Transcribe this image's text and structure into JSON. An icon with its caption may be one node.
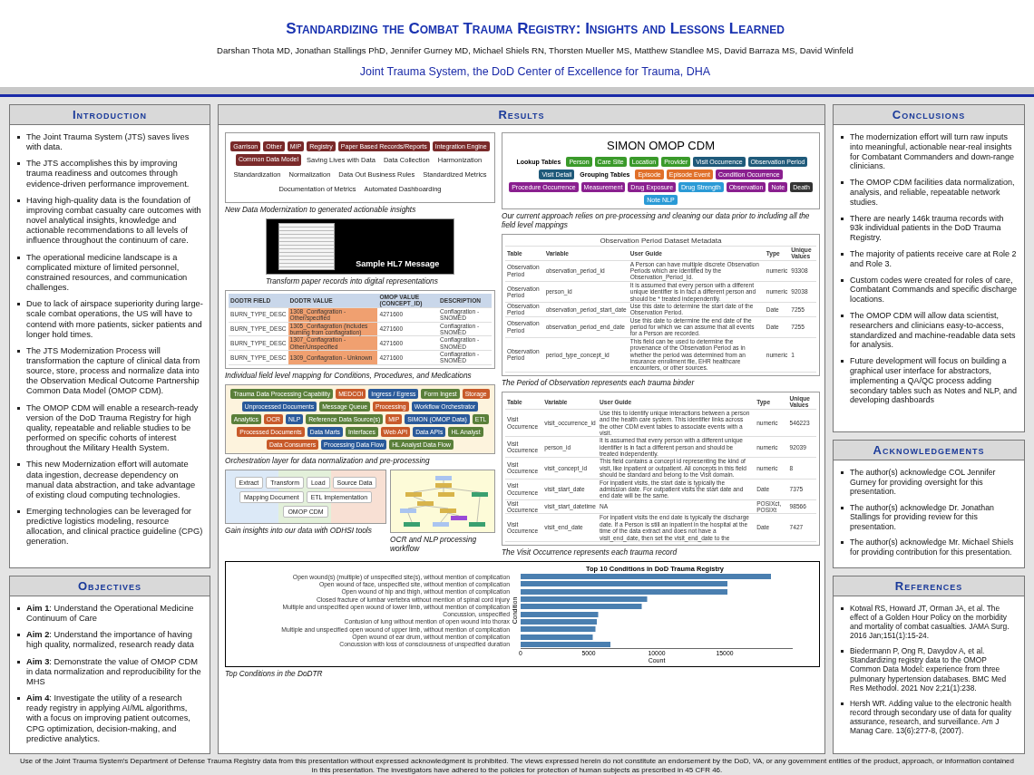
{
  "diagram": {
    "title": "Standardizing the Combat Trauma Registry: Insights and Lessons Learned",
    "nodes": [
      {
        "text": [
          "Introduction",
          "The Joint Trauma System (JTS) saves lives with data.",
          "The JTS accomplishes this by improving trauma readiness and outcomes through evidence-driven performance improvement.",
          "Having high-quality data is the foundation of improving combat casualty care outcomes with novel analytical insights, knowledge and actionable recommendations to all levels of influence throughout the continuum of care.",
          "The operational medicine landscape is a complicated mixture of limited personnel, constrained resources, and communication challenges.",
          "Due to lack of airspace superiority during large-scale combat operations, the US will have to contend with more patients, sicker patients and longer hold times.",
          "The JTS Modernization Process will transformation the capture of clinical data from source, store, process and normalize data into the Observation Medical Outcome Partnership Common Data Model (OMOP CDM).",
          "The OMOP CDM will enable a research-ready version of the DoD Trauma Registry for high quality, repeatable and reliable studies to be performed on specific cohorts of interest throughout the Military Health System.",
          "This new Modernization effort will automate data ingestion, decrease dependency on manual data abstraction, and take advantage of existing cloud computing technologies.",
          "Emerging technologies can be leveraged for predictive logistics modeling, resource allocation, and clinical practice guideline (CPG) generation."
        ]
      },
      {
        "text": [
          "Objectives",
          "**Aim 1**: Understand the Operational Medicine Continuum of Care",
          "**Aim 2**: Understand the importance of having high quality, normalized, research ready data",
          "**Aim 3**: Demonstrate the value of OMOP CDM in data normalization and reproducibility for the MHS",
          "**Aim 4**: Investigate the utility of a research ready registry in applying AI/ML algorithms, with a focus on improving patient outcomes, CPG optimization, decision-making, and predictive analytics."
        ]
      },
      {
        "text": [
          "Results"
        ]
      },
      {
        "text": [
          "Garrison",
          "Other",
          "MIP",
          "Registry",
          "Paper Based Records/Reports",
          "Integration Engine",
          "Common Data Model",
          "Saving Lives with Data",
          "Data Collection",
          "Harmonization",
          "Standardization",
          "Normalization",
          "Data Out Business Rules",
          "Standardized Metrics",
          "Documentation of Metrics",
          "Automated Dashboarding"
        ],
        "in": 2,
        "beside": [
          "New Data Modernization to generated actionable insights"
        ]
      },
      {
        "text": [
          "Sample HL7 Message"
        ],
        "in": 2,
        "beside": [
          "Transform paper records into digital representations"
        ]
      },
      {
        "text": [
          "SIMON OMOP CDM",
          "Lookup Tables",
          "Person",
          "Care Site",
          "Location",
          "Provider",
          "Visit Occurrence",
          "Observation Period",
          "Visit Detail",
          "Grouping Tables",
          "Episode",
          "Episode Event",
          "Condition Occurrence",
          "Procedure Occurrence",
          "Measurement",
          "Drug Exposure",
          "Drug Strength",
          "Observation",
          "Note",
          "Death",
          "Note NLP"
        ],
        "in": 2,
        "beside": [
          "Our current approach relies on pre-processing and cleaning our data prior to including all the field level mappings"
        ]
      },
      {
        "text": [
          "Observation Period Dataset Metadata",
          "Table",
          "Variable",
          "User Guide",
          "Type",
          "Unique Values",
          "Observation Period",
          "observation_period_id",
          "A Person can have multiple discrete Observation Periods which are identified by the Observation_Period_Id.",
          "numeric",
          "93308",
          "Observation Period",
          "person_id",
          "It is assumed that every person with a different unique identifier is in fact a different person and should be * treated independently.",
          "numeric",
          "92038",
          "Observation Period",
          "observation_period_start_date",
          "Use this date to determine the start date of the Observation Period.",
          "Date",
          "7255",
          "Observation Period",
          "observation_period_end_date",
          "Use this date to determine the end date of the period for which we can assume that all events for a Person are recorded.",
          "Date",
          "7255",
          "Observation Period",
          "period_type_concept_id",
          "This field can be used to determine the provenance of the Observation Period as in whether the period was determined from an insurance enrollment file, EHR healthcare encounters, or other sources.",
          "numeric",
          "1"
        ],
        "in": 2,
        "beside": [
          "The Period of Observation represents each trauma binder"
        ]
      },
      {
        "text": [
          "DODTR FIELD",
          "DODTR VALUE",
          "OMOP VALUE (CONCEPT_ID)",
          "DESCRIPTION",
          "BURN_TYPE_DESC",
          "1308_Conflagration - Other/specified",
          "4271600",
          "Conflagration - SNOMED",
          "BURN_TYPE_DESC",
          "1305_Conflagration (includes burning from conflagration)",
          "4271600",
          "Conflagration - SNOMED",
          "BURN_TYPE_DESC",
          "1307_Conflagration - Other/Unspecified",
          "4271600",
          "Conflagration - SNOMED",
          "BURN_TYPE_DESC",
          "1309_Conflagration - Unknown",
          "4271600",
          "Conflagration - SNOMED"
        ],
        "in": 2,
        "beside": [
          "Individual field level mapping for Conditions, Procedures, and Medications"
        ]
      },
      {
        "text": [
          "Trauma Data Processing Capability",
          "MEDCOI",
          "Ingress / Egress",
          "Form Ingest",
          "Storage",
          "Unprocessed Documents",
          "Message Queue",
          "Processing",
          "Workflow Orchestrator",
          "Analytics",
          "OCR",
          "NLP",
          "Reference Data Source(s)",
          "MIP",
          "SIMON (OMOP Data)",
          "ETL",
          "Processed Documents",
          "Data Marts",
          "Interfaces",
          "Web API",
          "Data APIs",
          "HL Analyst",
          "Data Consumers",
          "Processing Data Flow",
          "HL Analyst Data Flow"
        ],
        "in": 2,
        "beside": [
          "Orchestration layer for data normalization and pre-processing"
        ]
      },
      {
        "text": [
          "Table",
          "Variable",
          "User Guide",
          "Type",
          "Unique Values",
          "Visit Occurrence",
          "visit_occurrence_id",
          "Use this to identify unique interactions between a person and the health care system. This identifier links across the other CDM event tables to associate events with a visit.",
          "numeric",
          "546223",
          "Visit Occurrence",
          "person_id",
          "It is assumed that every person with a different unique identifier is in fact a different person and should be treated independently.",
          "numeric",
          "92039",
          "Visit Occurrence",
          "visit_concept_id",
          "This field contains a concept id representing the kind of visit, like inpatient or outpatient. All concepts in this field should be standard and belong to the Visit domain.",
          "numeric",
          "8",
          "Visit Occurrence",
          "visit_start_date",
          "For inpatient visits, the start date is typically the admission date. For outpatient visits the start date and end date will be the same.",
          "Date",
          "7375",
          "Visit Occurrence",
          "visit_start_datetime",
          "NA",
          "POSIXct, POSIXt",
          "98566",
          "Visit Occurrence",
          "visit_end_date",
          "For inpatient visits the end date is typically the discharge date. If a Person is still an inpatient in the hospital at the time of the data extract and does not have a visit_end_date, then set the visit_end_date to the",
          "Date",
          "7427"
        ],
        "in": 2,
        "beside": [
          "The Visit Occurrence represents each trauma record"
        ]
      },
      {
        "text": [
          "Extract",
          "Transform",
          "Load",
          "Source Data",
          "Mapping Document",
          "ETL Implementation",
          "OMOP CDM"
        ],
        "in": 2,
        "beside": [
          "Gain insights into our data with ODHSI tools"
        ]
      },
      {
        "text": [],
        "shape": "picture",
        "in": 2,
        "beside": [
          "OCR and NLP processing workflow"
        ]
      },
      {
        "text": [],
        "shape": "picture",
        "in": 2,
        "beside": [
          "Top Conditions in the DoDTR"
        ]
      },
      {
        "text": [
          "Conclusions",
          "The modernization effort will turn raw inputs into meaningful, actionable near-real insights for Combatant Commanders and down-range clinicians.",
          "The OMOP CDM facilities data normalization, analysis, and reliable, repeatable network studies.",
          "There are nearly 146k trauma records with 93k individual patients in the DoD Trauma Registry.",
          "The majority of patients receive care at Role 2 and Role 3.",
          "Custom codes were created for roles of care, Combatant Commands and specific discharge locations.",
          "The OMOP CDM will allow data scientist, researchers and clinicians easy-to-access, standardized and machine-readable data sets for analysis.",
          "Future development will focus on building a graphical user interface for abstractors, implementing a QA/QC process adding secondary tables such as Notes and NLP, and developing dashboards"
        ]
      },
      {
        "text": [
          "Acknowledgements",
          "The author(s) acknowledge COL Jennifer Gurney for providing oversight for this presentation.",
          "The author(s) acknowledge Dr. Jonathan Stallings for providing review for this presentation.",
          "The author(s) acknowledge Mr. Michael Shiels for providing contribution for this presentation."
        ]
      },
      {
        "text": [
          "References",
          "Kotwal RS, Howard JT, Orman JA, et al. The effect of a Golden Hour Policy on the morbidity and mortality of combat casualties. JAMA Surg. 2016 Jan;151(1):15-24.",
          "Biedermann P, Ong R, Davydov A, et al. Standardizing registry data to the OMOP Common Data Model: experience from three pulmonary hypertension databases. BMC Med Res Methodol. 2021 Nov 2;21(1):238.",
          "Hersh WR. Adding value to the electronic health record through secondary use of data for quality assurance, research, and surveillance. Am J Manag Care. 13(6):277-8, (2007)."
        ]
      }
    ],
    "labels": [
      "Darshan Thota MD, Jonathan Stallings PhD, Jennifer Gurney MD, Michael Shiels RN, Thorsten Mueller MS, Matthew Standlee MS, David Barraza MS, David Winfeld",
      "Joint Trauma System, the DoD Center of Excellence for Trauma, DHA",
      "Use of the Joint Trauma System's Department of Defense Trauma Registry data from this presentation without expressed acknowledgment is prohibited. The views expressed herein do not constitute an endorsement by the DoD, VA, or any government entities of the product, approach, or information contained in this presentation. The investigators have adhered to the policies for protection of human subjects as prescribed in 45 CFR 46."
    ],
    "chart_data": {
      "type": "bar",
      "orientation": "horizontal",
      "title": "Top 10 Conditions in DoD Trauma Registry",
      "xlabel": "Count",
      "ylabel": "Condition",
      "categories": [
        "Open wound(s) (multiple) of unspecified site(s), without mention of complication",
        "Open wound of face, unspecified site, without mention of complication",
        "Open wound of hip and thigh, without mention of complication",
        "Closed fracture of lumbar vertebra without mention of spinal cord injury",
        "Multiple and unspecified open wound of lower limb, without mention of complication",
        "Concussion, unspecified",
        "Contusion of lung without mention of open wound into thorax",
        "Multiple and unspecified open wound of upper limb, without mention of complication",
        "Open wound of ear drum, without mention of complication",
        "Concussion with loss of consciousness of unspecified duration"
      ],
      "series": [
        {
          "color": "#4a7fb0",
          "values": [
            18400,
            15200,
            15200,
            9300,
            8900,
            5700,
            5600,
            5500,
            5300,
            6600
          ]
        }
      ],
      "xlim": [
        0,
        20000
      ],
      "xticks": [
        0,
        5000,
        10000,
        15000
      ]
    }
  }
}
